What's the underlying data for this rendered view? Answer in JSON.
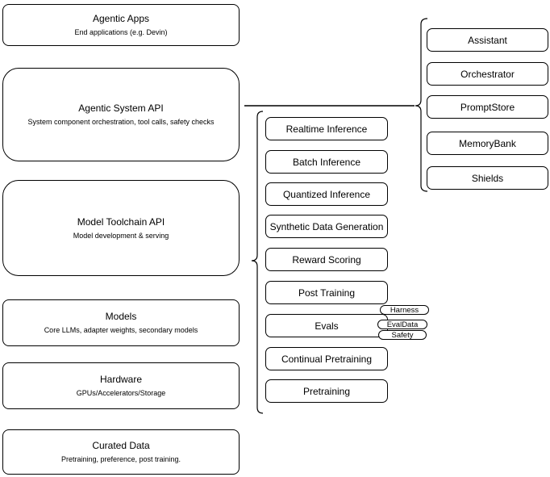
{
  "diagram": {
    "stack_nodes": [
      {
        "title": "Agentic Apps",
        "subtitle": "End applications (e.g. Devin)"
      },
      {
        "title": "Agentic System API",
        "subtitle": "System component orchestration, tool calls, safety checks"
      },
      {
        "title": "Model Toolchain API",
        "subtitle": "Model development & serving"
      },
      {
        "title": "Models",
        "subtitle": "Core LLMs, adapter weights, secondary models"
      },
      {
        "title": "Hardware",
        "subtitle": "GPUs/Accelerators/Storage"
      },
      {
        "title": "Curated Data",
        "subtitle": "Pretraining, preference, post training."
      }
    ],
    "toolchain": {
      "items": [
        "Realtime Inference",
        "Batch Inference",
        "Quantized Inference",
        "Synthetic Data Generation",
        "Reward Scoring",
        "Post Training",
        "Evals",
        "Continual Pretraining",
        "Pretraining"
      ],
      "evals_tags": [
        "Harness",
        "EvalData",
        "Safety"
      ]
    },
    "system_components": [
      "Assistant",
      "Orchestrator",
      "PromptStore",
      "MemoryBank",
      "Shields"
    ],
    "colors": {
      "stroke": "#000000",
      "canvas_background": "#ffffff"
    }
  }
}
